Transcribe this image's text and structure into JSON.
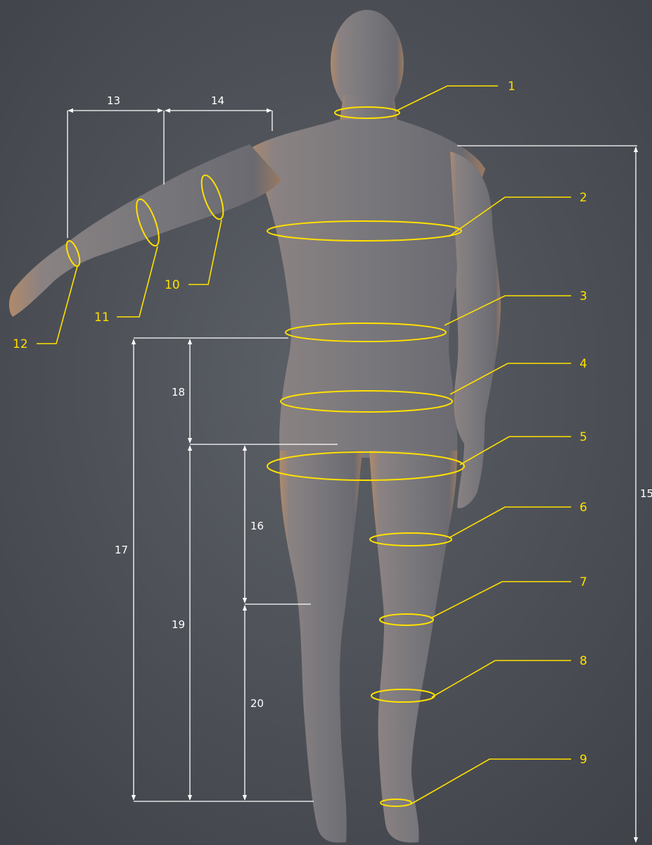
{
  "circumference_labels": [
    "1",
    "2",
    "3",
    "4",
    "5",
    "6",
    "7",
    "8",
    "9",
    "10",
    "11",
    "12"
  ],
  "length_labels": [
    "13",
    "14",
    "15",
    "16",
    "17",
    "18",
    "19",
    "20"
  ],
  "colors": {
    "background": "#4b4f56",
    "measure_ring": "#ffe000",
    "dimension_line": "#ffffff",
    "body": "#7c7b80"
  }
}
